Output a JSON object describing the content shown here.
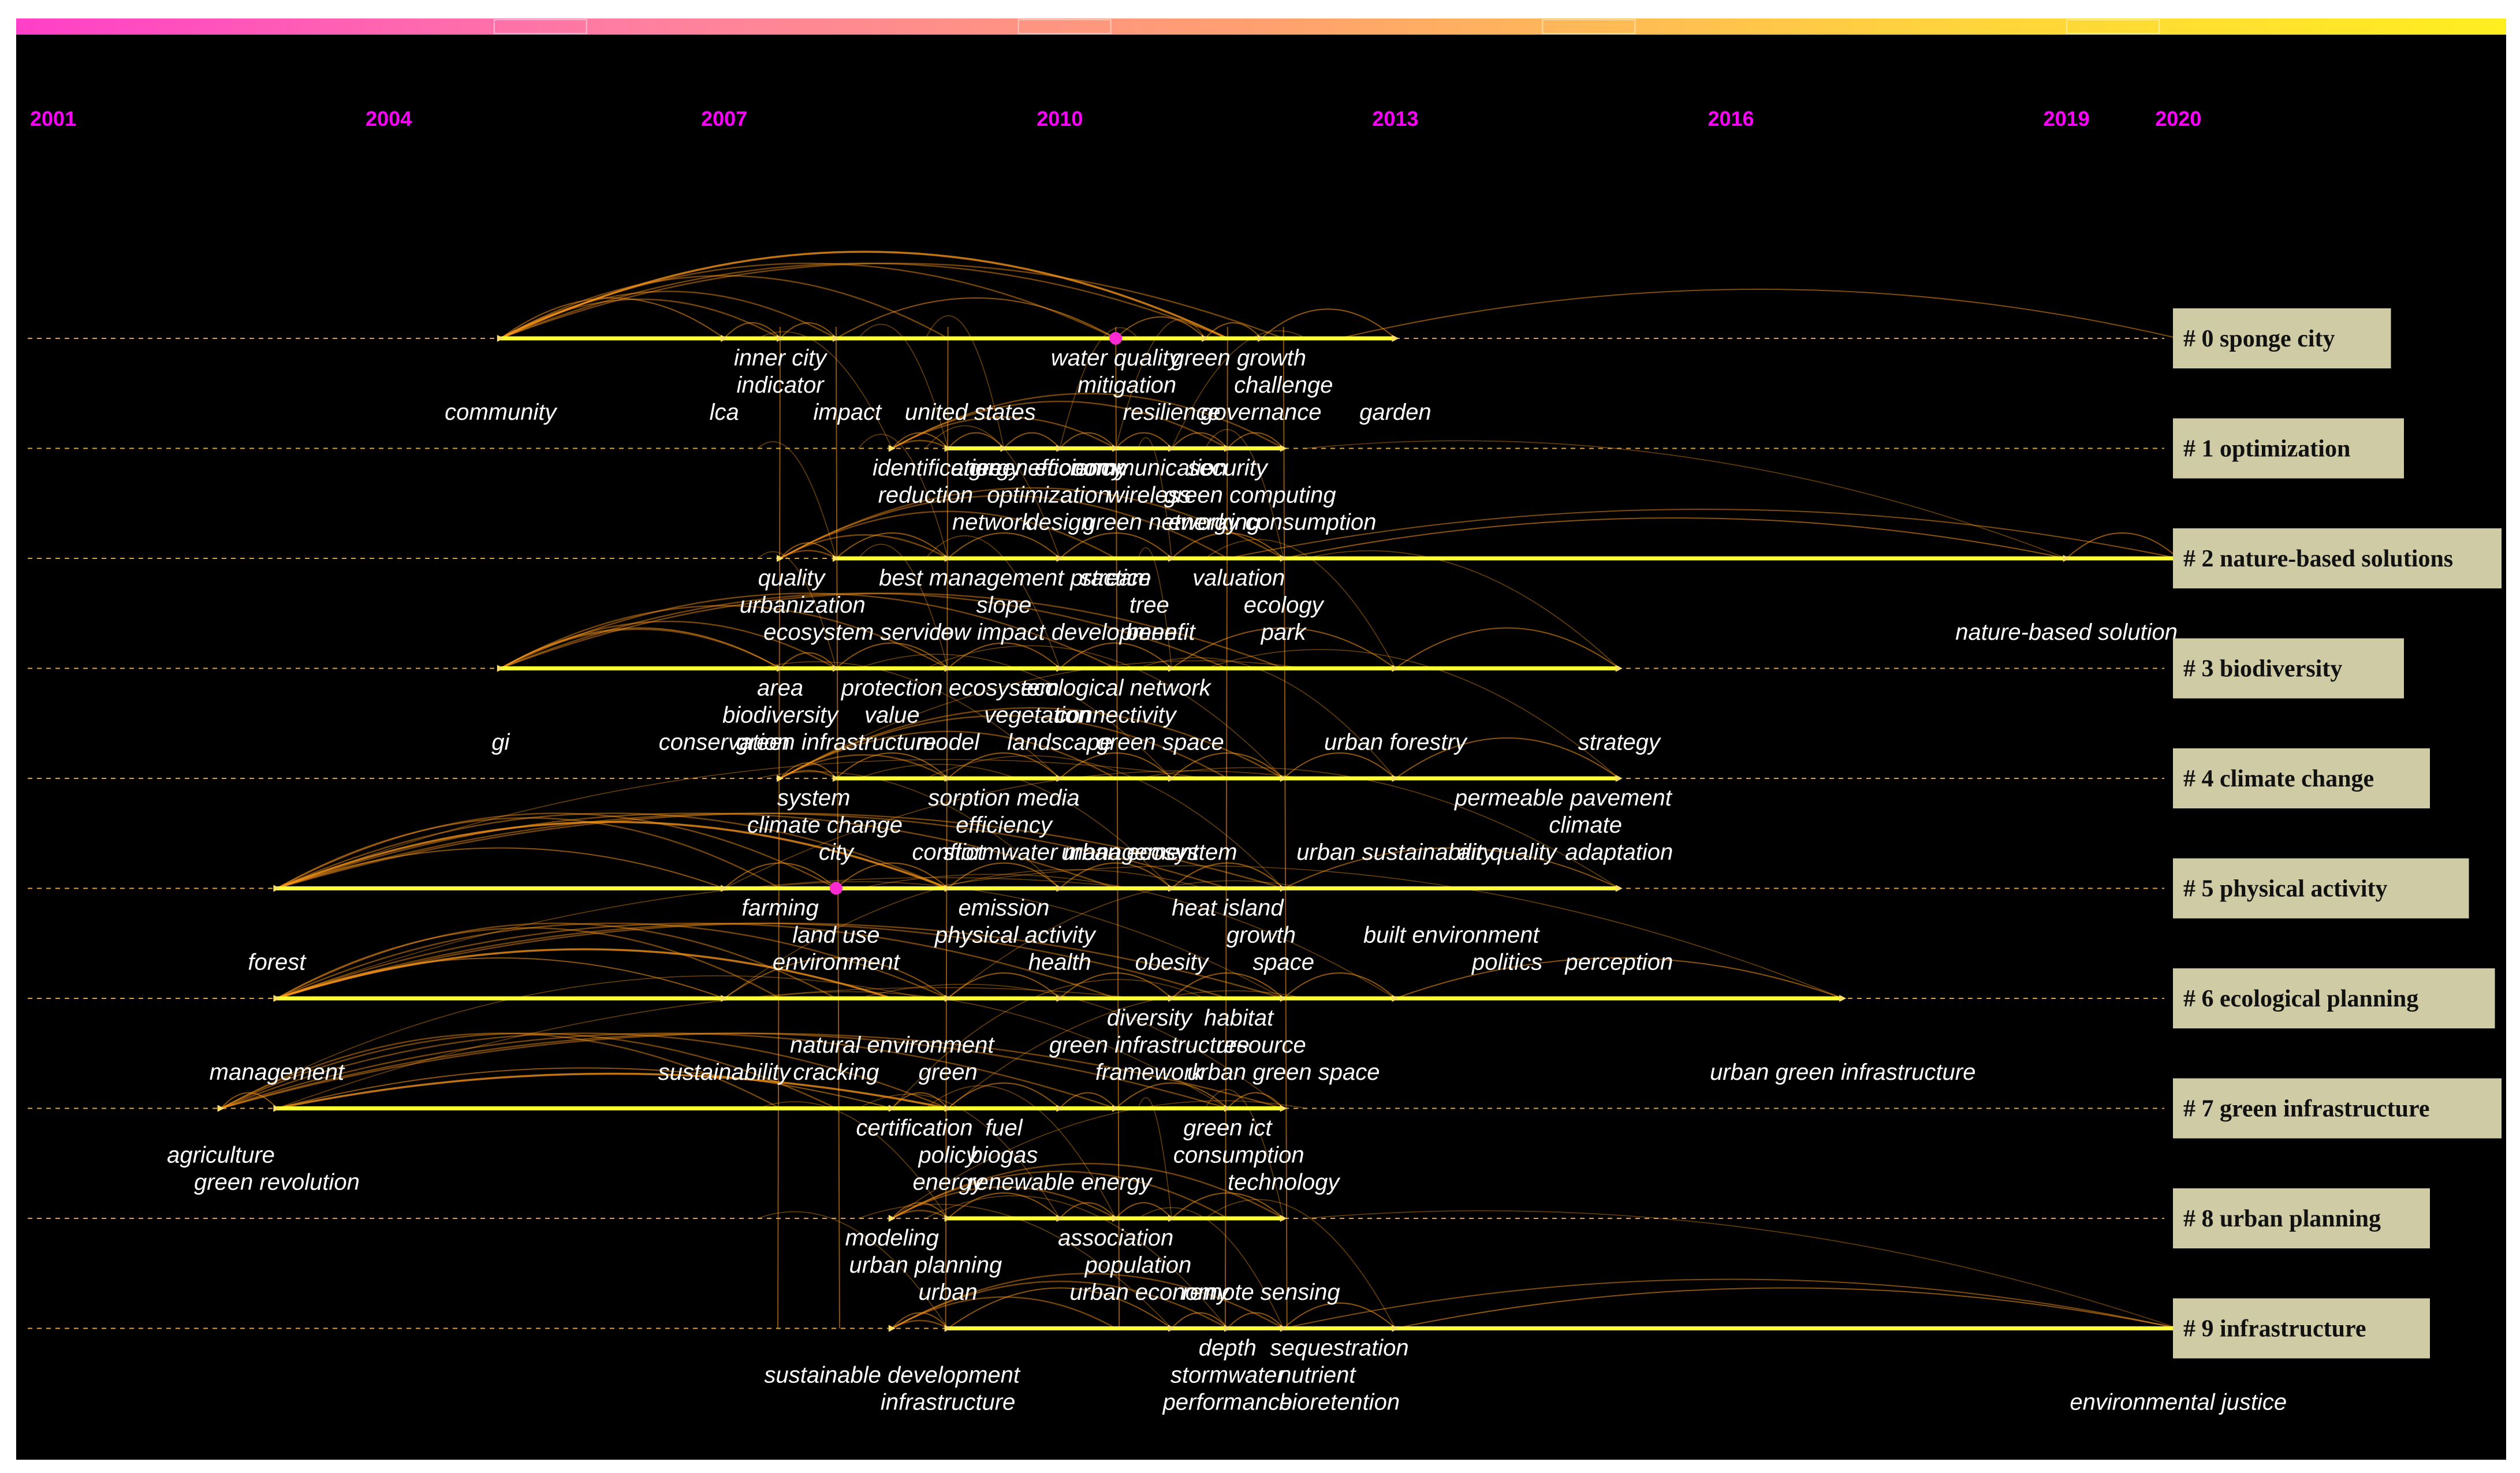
{
  "chart_data": {
    "type": "timeline",
    "colors": {
      "background": "#000000",
      "year_label": "#ff00ff",
      "timeline": "#ffff33",
      "dashed_line": "#d9a441",
      "link": "#ff9a1a",
      "keyword_text": "#ffffff",
      "cluster_label_bg": "#cfcba4",
      "cluster_label_text": "#111111",
      "burst_node": "#ff2bd0",
      "gradient": [
        "#ff3fc8",
        "#ff7fa0",
        "#ffa070",
        "#ffd040",
        "#ffee20"
      ]
    },
    "year_ticks": [
      "2001",
      "2004",
      "2007",
      "2010",
      "2013",
      "2016",
      "2019",
      "2020"
    ],
    "x_range": [
      2001,
      2020
    ],
    "clusters": [
      {
        "id": 0,
        "label": "# 0 sponge city",
        "span": [
          2005,
          2013.0
        ],
        "nodes": [
          2005,
          2007,
          2007.5,
          2008,
          2010.5,
          2011.3,
          2011.8,
          2013.0
        ],
        "keywords": [
          {
            "text": "inner city",
            "year": 2007.5,
            "row": 1
          },
          {
            "text": "indicator",
            "year": 2007.5,
            "row": 2
          },
          {
            "text": "community",
            "year": 2005,
            "row": 3
          },
          {
            "text": "lca",
            "year": 2007,
            "row": 3
          },
          {
            "text": "impact",
            "year": 2008.1,
            "row": 3
          },
          {
            "text": "united states",
            "year": 2009.2,
            "row": 3
          },
          {
            "text": "water quality",
            "year": 2010.5,
            "row": 1
          },
          {
            "text": "mitigation",
            "year": 2010.6,
            "row": 2
          },
          {
            "text": "resilience",
            "year": 2011.0,
            "row": 3
          },
          {
            "text": "green growth",
            "year": 2011.6,
            "row": 1
          },
          {
            "text": "challenge",
            "year": 2012.0,
            "row": 2
          },
          {
            "text": "governance",
            "year": 2011.8,
            "row": 3
          },
          {
            "text": "garden",
            "year": 2013.0,
            "row": 3
          }
        ]
      },
      {
        "id": 1,
        "label": "# 1 optimization",
        "span": [
          2009,
          2012
        ],
        "nodes": [
          2008.5,
          2009,
          2009.5,
          2010,
          2010.5,
          2011,
          2011.5,
          2012
        ],
        "keywords": [
          {
            "text": "identification",
            "year": 2008.9,
            "row": 1
          },
          {
            "text": "energy efficiency",
            "year": 2009.8,
            "row": 1
          },
          {
            "text": "green economy",
            "year": 2009.9,
            "row": 1
          },
          {
            "text": "communication",
            "year": 2010.8,
            "row": 1
          },
          {
            "text": "security",
            "year": 2011.5,
            "row": 1
          },
          {
            "text": "reduction",
            "year": 2008.8,
            "row": 2
          },
          {
            "text": "optimization",
            "year": 2009.9,
            "row": 2
          },
          {
            "text": "wireless",
            "year": 2010.8,
            "row": 2
          },
          {
            "text": "green computing",
            "year": 2011.7,
            "row": 2
          },
          {
            "text": "network",
            "year": 2009.4,
            "row": 3
          },
          {
            "text": "design",
            "year": 2010.0,
            "row": 3
          },
          {
            "text": "green networking",
            "year": 2011.0,
            "row": 3
          },
          {
            "text": "energy consumption",
            "year": 2011.9,
            "row": 3
          }
        ]
      },
      {
        "id": 2,
        "label": "# 2 nature-based solutions",
        "span": [
          2008,
          2020
        ],
        "nodes": [
          2007.5,
          2008,
          2009,
          2010,
          2011,
          2012,
          2019,
          2020
        ],
        "keywords": [
          {
            "text": "quality",
            "year": 2007.6,
            "row": 1
          },
          {
            "text": "best management practice",
            "year": 2009.6,
            "row": 1
          },
          {
            "text": "stream",
            "year": 2010.5,
            "row": 1
          },
          {
            "text": "valuation",
            "year": 2011.6,
            "row": 1
          },
          {
            "text": "urbanization",
            "year": 2007.7,
            "row": 2
          },
          {
            "text": "slope",
            "year": 2009.5,
            "row": 2
          },
          {
            "text": "tree",
            "year": 2010.8,
            "row": 2
          },
          {
            "text": "ecology",
            "year": 2012.0,
            "row": 2
          },
          {
            "text": "ecosystem service",
            "year": 2008.2,
            "row": 3
          },
          {
            "text": "low impact development",
            "year": 2010.0,
            "row": 3
          },
          {
            "text": "benefit",
            "year": 2010.9,
            "row": 3
          },
          {
            "text": "park",
            "year": 2012.0,
            "row": 3
          },
          {
            "text": "nature-based solution",
            "year": 2019.0,
            "row": 3
          }
        ]
      },
      {
        "id": 3,
        "label": "# 3 biodiversity",
        "span": [
          2005,
          2015
        ],
        "nodes": [
          2005,
          2007.5,
          2008,
          2009,
          2010,
          2011,
          2013,
          2015
        ],
        "keywords": [
          {
            "text": "area",
            "year": 2007.5,
            "row": 1
          },
          {
            "text": "protection",
            "year": 2008.5,
            "row": 1
          },
          {
            "text": "ecosystem",
            "year": 2009.5,
            "row": 1
          },
          {
            "text": "ecological network",
            "year": 2010.5,
            "row": 1
          },
          {
            "text": "biodiversity",
            "year": 2007.5,
            "row": 2
          },
          {
            "text": "value",
            "year": 2008.5,
            "row": 2
          },
          {
            "text": "vegetation",
            "year": 2009.8,
            "row": 2
          },
          {
            "text": "connectivity",
            "year": 2010.5,
            "row": 2
          },
          {
            "text": "gi",
            "year": 2005,
            "row": 3
          },
          {
            "text": "conservation",
            "year": 2007.0,
            "row": 3
          },
          {
            "text": "green infrastructure",
            "year": 2008.0,
            "row": 3
          },
          {
            "text": "model",
            "year": 2009.0,
            "row": 3
          },
          {
            "text": "landscape",
            "year": 2010.0,
            "row": 3
          },
          {
            "text": "green space",
            "year": 2010.9,
            "row": 3
          },
          {
            "text": "urban forestry",
            "year": 2013.0,
            "row": 3
          },
          {
            "text": "strategy",
            "year": 2015.0,
            "row": 3
          }
        ]
      },
      {
        "id": 4,
        "label": "# 4 climate change",
        "span": [
          2008,
          2015
        ],
        "nodes": [
          2007.5,
          2008,
          2009,
          2010,
          2011,
          2012,
          2013,
          2015
        ],
        "keywords": [
          {
            "text": "system",
            "year": 2007.8,
            "row": 1
          },
          {
            "text": "sorption media",
            "year": 2009.5,
            "row": 1
          },
          {
            "text": "permeable pavement",
            "year": 2014.5,
            "row": 1
          },
          {
            "text": "climate change",
            "year": 2007.9,
            "row": 2
          },
          {
            "text": "efficiency",
            "year": 2009.5,
            "row": 2
          },
          {
            "text": "climate",
            "year": 2014.7,
            "row": 2
          },
          {
            "text": "city",
            "year": 2008.0,
            "row": 3
          },
          {
            "text": "conflict",
            "year": 2009.0,
            "row": 3
          },
          {
            "text": "stormwater management",
            "year": 2010.1,
            "row": 3
          },
          {
            "text": "urban ecosystem",
            "year": 2010.8,
            "row": 3
          },
          {
            "text": "urban sustainability",
            "year": 2013.0,
            "row": 3
          },
          {
            "text": "air quality",
            "year": 2014.0,
            "row": 3
          },
          {
            "text": "adaptation",
            "year": 2015.0,
            "row": 3
          }
        ]
      },
      {
        "id": 5,
        "label": "# 5 physical activity",
        "span": [
          2003,
          2015
        ],
        "nodes": [
          2003,
          2007,
          2008,
          2009,
          2010,
          2011,
          2012,
          2015
        ],
        "keywords": [
          {
            "text": "farming",
            "year": 2007.5,
            "row": 1
          },
          {
            "text": "emission",
            "year": 2009.5,
            "row": 1
          },
          {
            "text": "heat island",
            "year": 2011.5,
            "row": 1
          },
          {
            "text": "land use",
            "year": 2008.0,
            "row": 2
          },
          {
            "text": "physical activity",
            "year": 2009.6,
            "row": 2
          },
          {
            "text": "growth",
            "year": 2011.8,
            "row": 2
          },
          {
            "text": "built environment",
            "year": 2013.5,
            "row": 2
          },
          {
            "text": "forest",
            "year": 2003,
            "row": 3
          },
          {
            "text": "environment",
            "year": 2008.0,
            "row": 3
          },
          {
            "text": "health",
            "year": 2010.0,
            "row": 3
          },
          {
            "text": "obesity",
            "year": 2011.0,
            "row": 3
          },
          {
            "text": "space",
            "year": 2012.0,
            "row": 3
          },
          {
            "text": "politics",
            "year": 2014.0,
            "row": 3
          },
          {
            "text": "perception",
            "year": 2015.0,
            "row": 3
          }
        ]
      },
      {
        "id": 6,
        "label": "# 6 ecological planning",
        "span": [
          2003,
          2017
        ],
        "nodes": [
          2003,
          2007,
          2009,
          2010,
          2011,
          2012,
          2013,
          2017
        ],
        "keywords": [
          {
            "text": "diversity",
            "year": 2010.8,
            "row": 1
          },
          {
            "text": "habitat",
            "year": 2011.6,
            "row": 1
          },
          {
            "text": "natural environment",
            "year": 2008.5,
            "row": 2
          },
          {
            "text": "green infrastructure",
            "year": 2010.8,
            "row": 2
          },
          {
            "text": "resource",
            "year": 2011.8,
            "row": 2
          },
          {
            "text": "management",
            "year": 2003,
            "row": 3
          },
          {
            "text": "sustainability",
            "year": 2007.0,
            "row": 3
          },
          {
            "text": "cracking",
            "year": 2008.0,
            "row": 3
          },
          {
            "text": "green",
            "year": 2009.0,
            "row": 3
          },
          {
            "text": "framework",
            "year": 2010.8,
            "row": 3
          },
          {
            "text": "urban green space",
            "year": 2012.0,
            "row": 3
          },
          {
            "text": "urban green infrastructure",
            "year": 2017.0,
            "row": 3
          }
        ]
      },
      {
        "id": 7,
        "label": "# 7 green infrastructure",
        "span": [
          2003,
          2012
        ],
        "nodes": [
          2002.5,
          2003,
          2008.5,
          2009,
          2010,
          2010.5,
          2011.5,
          2012
        ],
        "keywords": [
          {
            "text": "certification",
            "year": 2008.7,
            "row": 1
          },
          {
            "text": "fuel",
            "year": 2009.5,
            "row": 1
          },
          {
            "text": "green ict",
            "year": 2011.5,
            "row": 1
          },
          {
            "text": "agriculture",
            "year": 2002.5,
            "row": 2
          },
          {
            "text": "policy",
            "year": 2009.0,
            "row": 2
          },
          {
            "text": "biogas",
            "year": 2009.5,
            "row": 2
          },
          {
            "text": "consumption",
            "year": 2011.6,
            "row": 2
          },
          {
            "text": "green revolution",
            "year": 2003,
            "row": 3
          },
          {
            "text": "energy",
            "year": 2009.0,
            "row": 3
          },
          {
            "text": "renewable energy",
            "year": 2010.0,
            "row": 3
          },
          {
            "text": "technology",
            "year": 2012.0,
            "row": 3
          }
        ]
      },
      {
        "id": 8,
        "label": "# 8 urban planning",
        "span": [
          2009,
          2012
        ],
        "nodes": [
          2008.5,
          2009,
          2010,
          2010.5,
          2011,
          2012
        ],
        "keywords": [
          {
            "text": "modeling",
            "year": 2008.5,
            "row": 1
          },
          {
            "text": "association",
            "year": 2010.5,
            "row": 1
          },
          {
            "text": "urban planning",
            "year": 2008.8,
            "row": 2
          },
          {
            "text": "population",
            "year": 2010.7,
            "row": 2
          },
          {
            "text": "urban",
            "year": 2009.0,
            "row": 3
          },
          {
            "text": "urban economy",
            "year": 2010.8,
            "row": 3
          },
          {
            "text": "remote sensing",
            "year": 2011.8,
            "row": 3
          }
        ]
      },
      {
        "id": 9,
        "label": "# 9 infrastructure",
        "span": [
          2009,
          2020
        ],
        "nodes": [
          2008.5,
          2009,
          2011,
          2011.5,
          2012,
          2013,
          2020
        ],
        "keywords": [
          {
            "text": "depth",
            "year": 2011.5,
            "row": 1
          },
          {
            "text": "sequestration",
            "year": 2012.5,
            "row": 1
          },
          {
            "text": "stormwater",
            "year": 2011.5,
            "row": 2
          },
          {
            "text": "nutrient",
            "year": 2012.3,
            "row": 2
          },
          {
            "text": "sustainable development",
            "year": 2008.5,
            "row": 2
          },
          {
            "text": "infrastructure",
            "year": 2009.0,
            "row": 3
          },
          {
            "text": "performance",
            "year": 2011.5,
            "row": 3
          },
          {
            "text": "bioretention",
            "year": 2012.5,
            "row": 3
          },
          {
            "text": "environmental justice",
            "year": 2020,
            "row": 3
          }
        ]
      }
    ],
    "hubs": [
      2007.5,
      2008,
      2009,
      2010.5,
      2011.5,
      2012
    ],
    "burst_nodes": [
      {
        "cluster": 0,
        "year": 2010.5
      },
      {
        "cluster": 5,
        "year": 2008
      }
    ]
  }
}
